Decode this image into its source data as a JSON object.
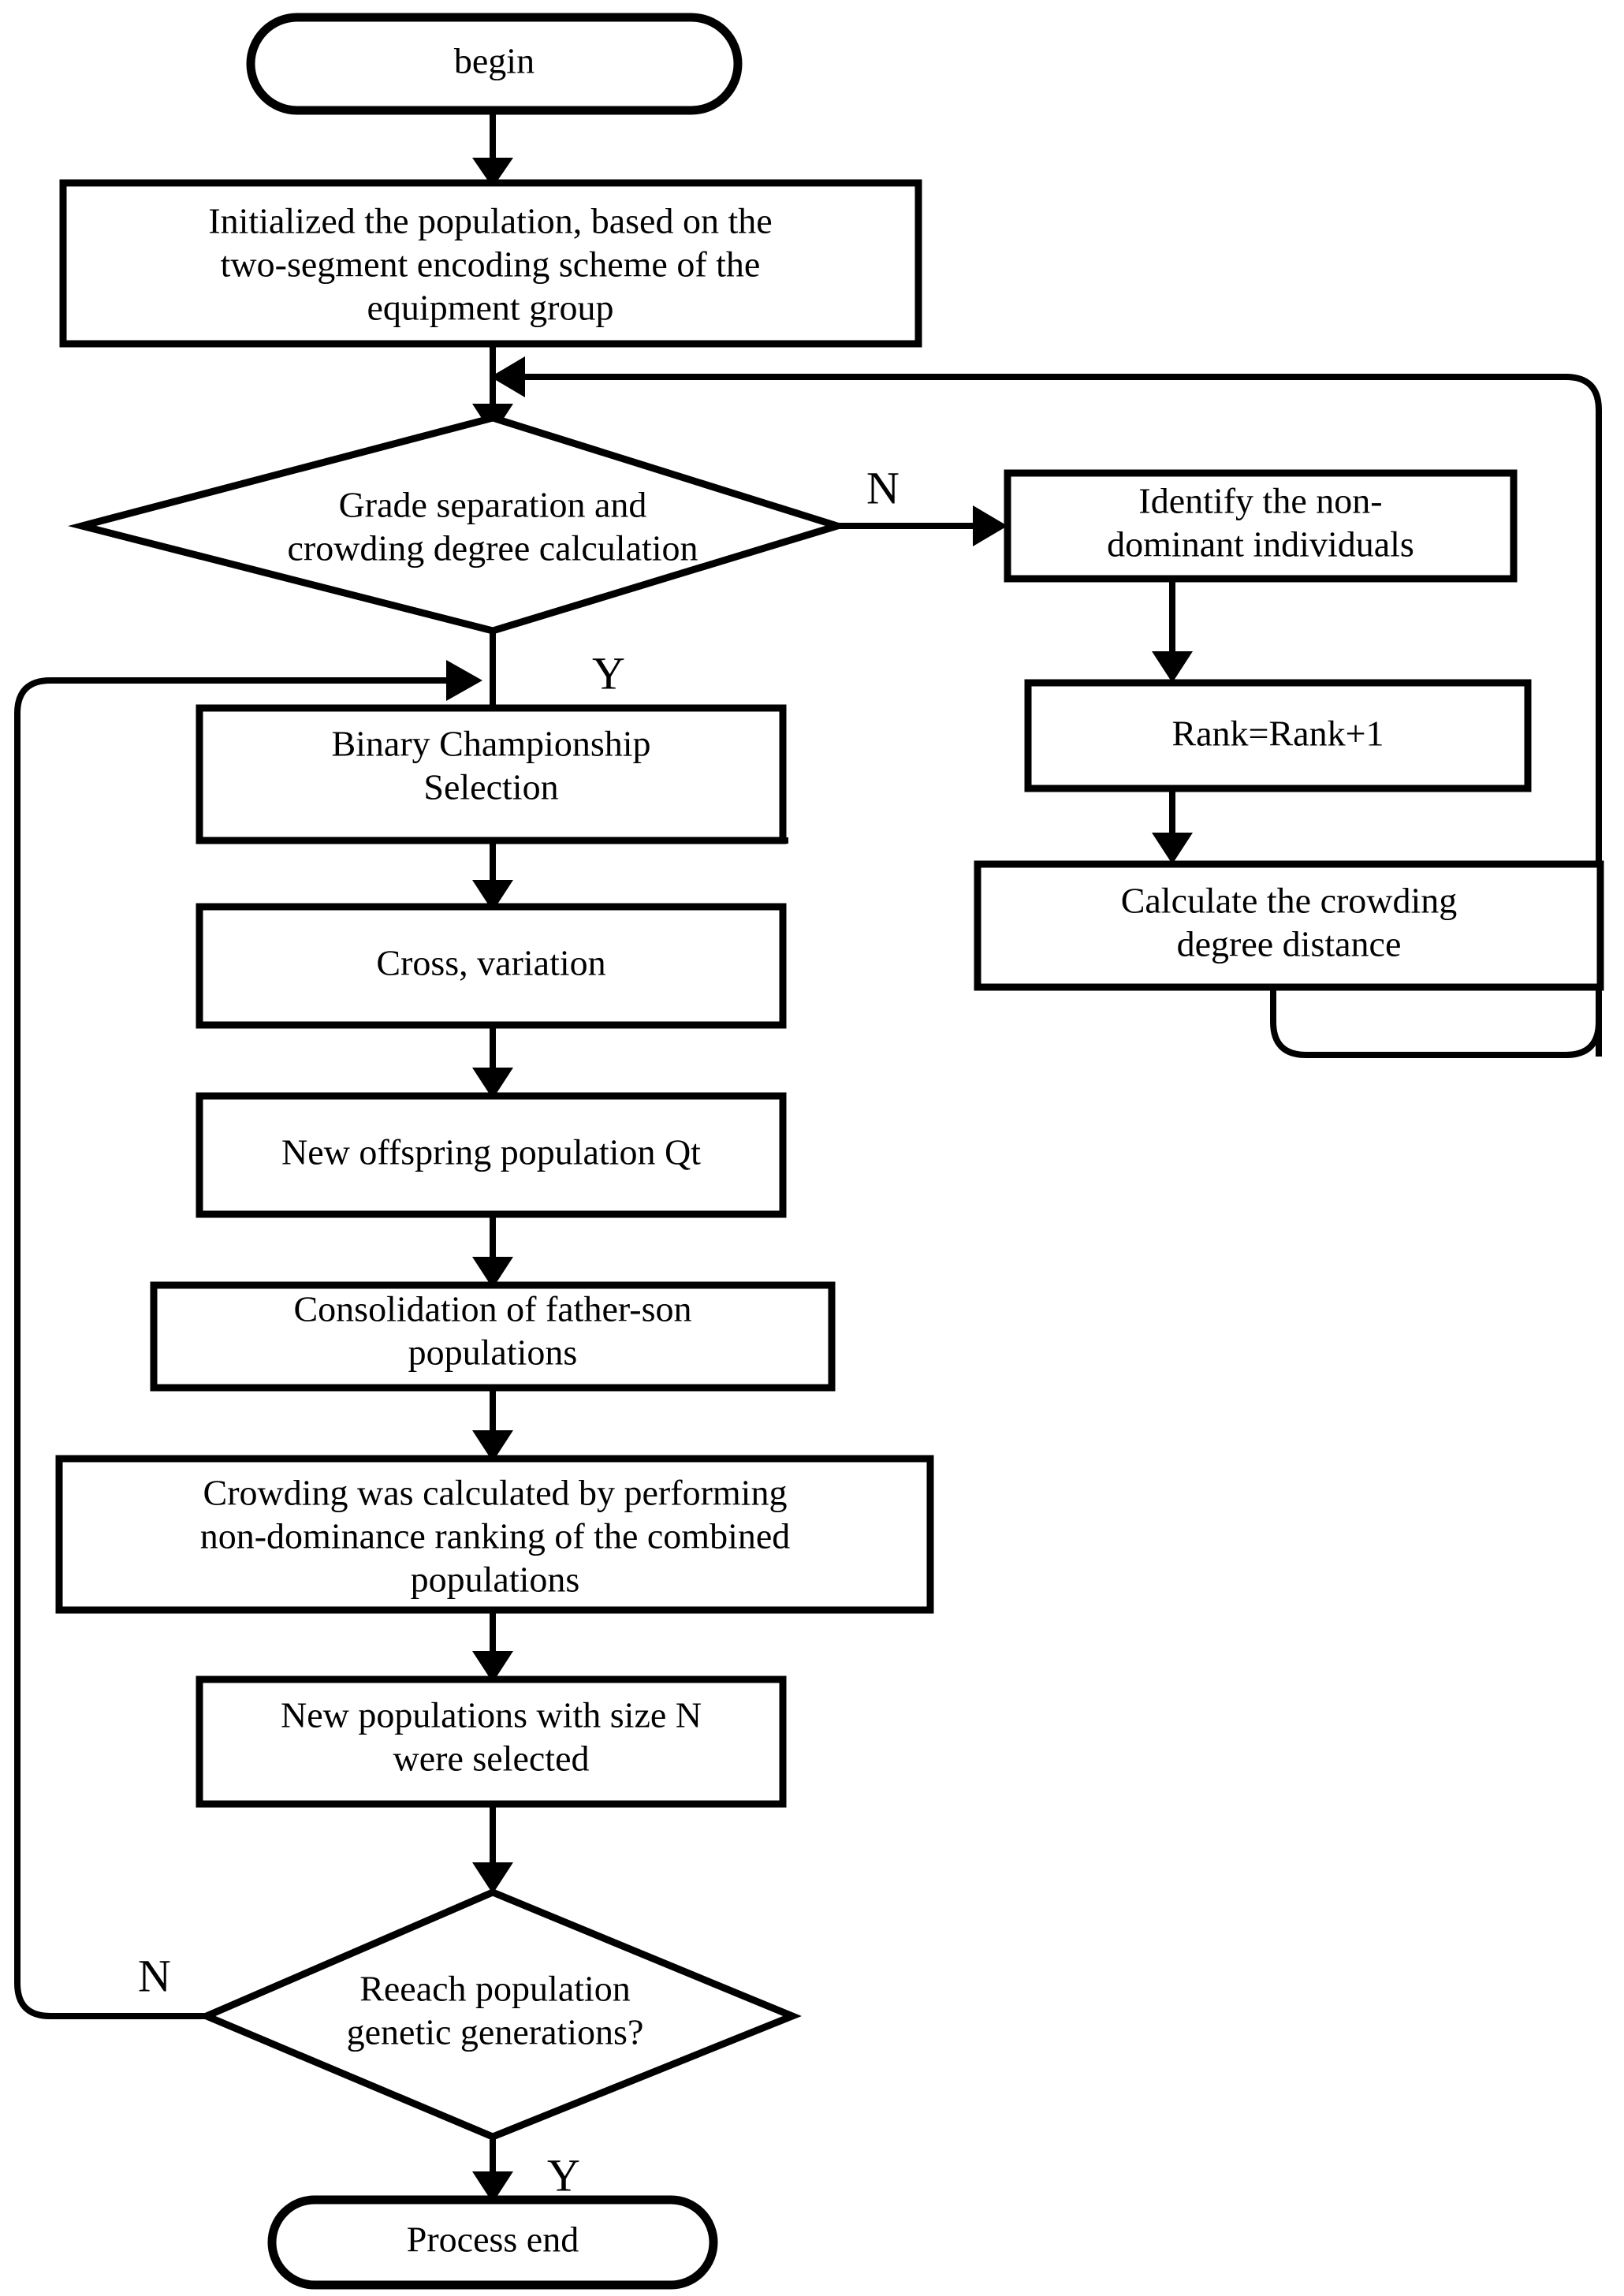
{
  "diagram": {
    "title": "NSGA-II genetic algorithm flowchart",
    "type": "flowchart",
    "colors": {
      "stroke": "#000000",
      "fill": "#ffffff",
      "text": "#000000"
    },
    "nodes": {
      "begin": {
        "shape": "terminal",
        "lines": [
          "begin"
        ]
      },
      "initialize": {
        "shape": "process",
        "lines": [
          "Initialized the population, based on the",
          "two-segment encoding scheme of the",
          "equipment group"
        ]
      },
      "grade_decision": {
        "shape": "decision",
        "lines": [
          "Grade separation and",
          "crowding degree calculation"
        ]
      },
      "identify_nondominant": {
        "shape": "process",
        "lines": [
          "Identify the non-",
          "dominant individuals"
        ]
      },
      "rank_increment": {
        "shape": "process",
        "lines": [
          "Rank=Rank+1"
        ]
      },
      "crowding_distance": {
        "shape": "process",
        "lines": [
          "Calculate the crowding",
          "degree distance"
        ]
      },
      "binary_championship": {
        "shape": "process",
        "lines": [
          "Binary Championship",
          "Selection"
        ]
      },
      "cross_variation": {
        "shape": "process",
        "lines": [
          "Cross, variation"
        ]
      },
      "new_offspring": {
        "shape": "process",
        "lines": [
          "New offspring population Qt"
        ]
      },
      "consolidation": {
        "shape": "process",
        "lines": [
          "Consolidation of father-son",
          "populations"
        ]
      },
      "crowding_calculated": {
        "shape": "process",
        "lines": [
          "Crowding was calculated by performing",
          "non-dominance ranking of the combined",
          "populations"
        ]
      },
      "new_populations": {
        "shape": "process",
        "lines": [
          "New populations with size N",
          "were selected"
        ]
      },
      "reach_decision": {
        "shape": "decision",
        "lines": [
          "Reeach population",
          "genetic generations?"
        ]
      },
      "process_end": {
        "shape": "terminal",
        "lines": [
          "Process end"
        ]
      }
    },
    "edge_labels": {
      "grade_no": "N",
      "grade_yes": "Y",
      "reach_no": "N",
      "reach_yes": "Y"
    }
  }
}
